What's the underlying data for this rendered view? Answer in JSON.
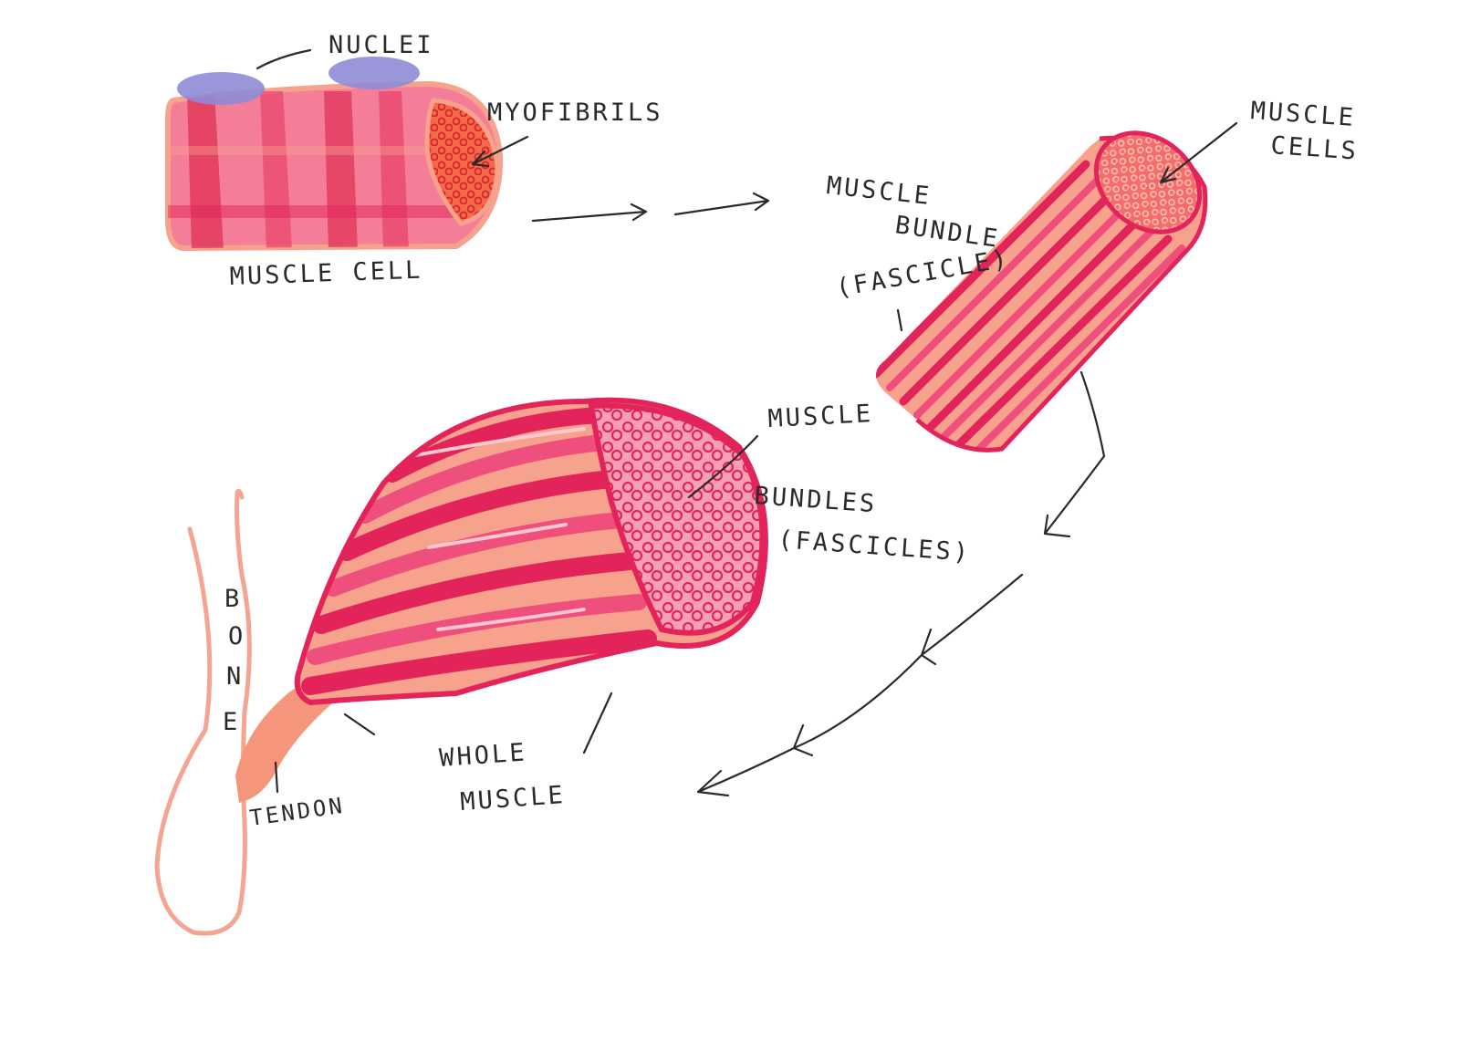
{
  "colors": {
    "paper": "#ffffff",
    "muscle_light": "#f47d98",
    "muscle_pink": "#ee4f7c",
    "muscle_dark": "#e2245a",
    "muscle_red": "#ec3f52",
    "salmon": "#f7a28c",
    "tendon": "#f5957c",
    "bone_outline": "#f3a592",
    "nuclei": "#8f8bd6",
    "ink": "#2a2a2a"
  },
  "labels": {
    "nuclei": "NUCLEI",
    "myofibrils": "MYOFIBRILS",
    "muscle_cell": "MUSCLE CELL",
    "muscle_bundle_1": "MUSCLE",
    "muscle_bundle_2": "BUNDLE",
    "muscle_bundle_3": "(FASCICLE)",
    "muscle_cells_1": "MUSCLE",
    "muscle_cells_2": "CELLS",
    "muscle_bundles_1": "MUSCLE",
    "muscle_bundles_2": "BUNDLES",
    "muscle_bundles_3": "(FASCICLES)",
    "bone_letters": [
      "B",
      "O",
      "N",
      "E"
    ],
    "tendon": "TENDON",
    "whole_muscle_1": "WHOLE",
    "whole_muscle_2": "MUSCLE"
  }
}
